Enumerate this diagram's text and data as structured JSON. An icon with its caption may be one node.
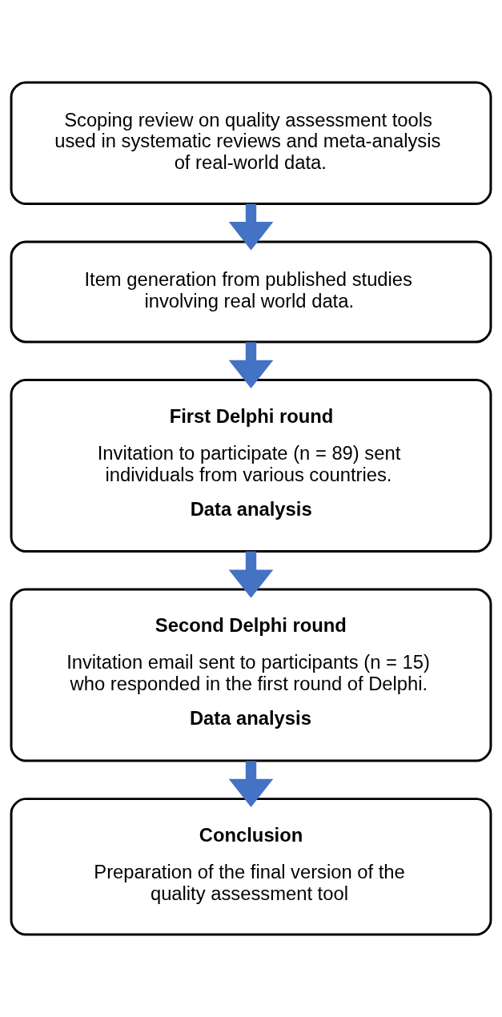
{
  "diagram": {
    "nodes": [
      {
        "text": [
          "Scoping review on quality assessment tools used in systematic reviews and meta-analysis of real-world data."
        ]
      },
      {
        "text": [
          "Item generation from published studies involving real world data."
        ]
      },
      {
        "text": [
          "First Delphi round",
          "Invitation to participate (n = 89) sent individuals from various countries.",
          "Data analysis"
        ]
      },
      {
        "text": [
          "Second Delphi round",
          "Invitation email sent to participants (n = 15) who responded in the first round of Delphi.",
          "Data analysis"
        ]
      },
      {
        "text": [
          "Conclusion",
          "Preparation of the final version of the quality assessment tool"
        ]
      }
    ],
    "edges": [
      {
        "from": 0,
        "to": 1,
        "arrow": "to"
      },
      {
        "from": 1,
        "to": 2,
        "arrow": "to"
      },
      {
        "from": 2,
        "to": 3,
        "arrow": "to"
      },
      {
        "from": 3,
        "to": 4,
        "arrow": "to"
      }
    ]
  }
}
